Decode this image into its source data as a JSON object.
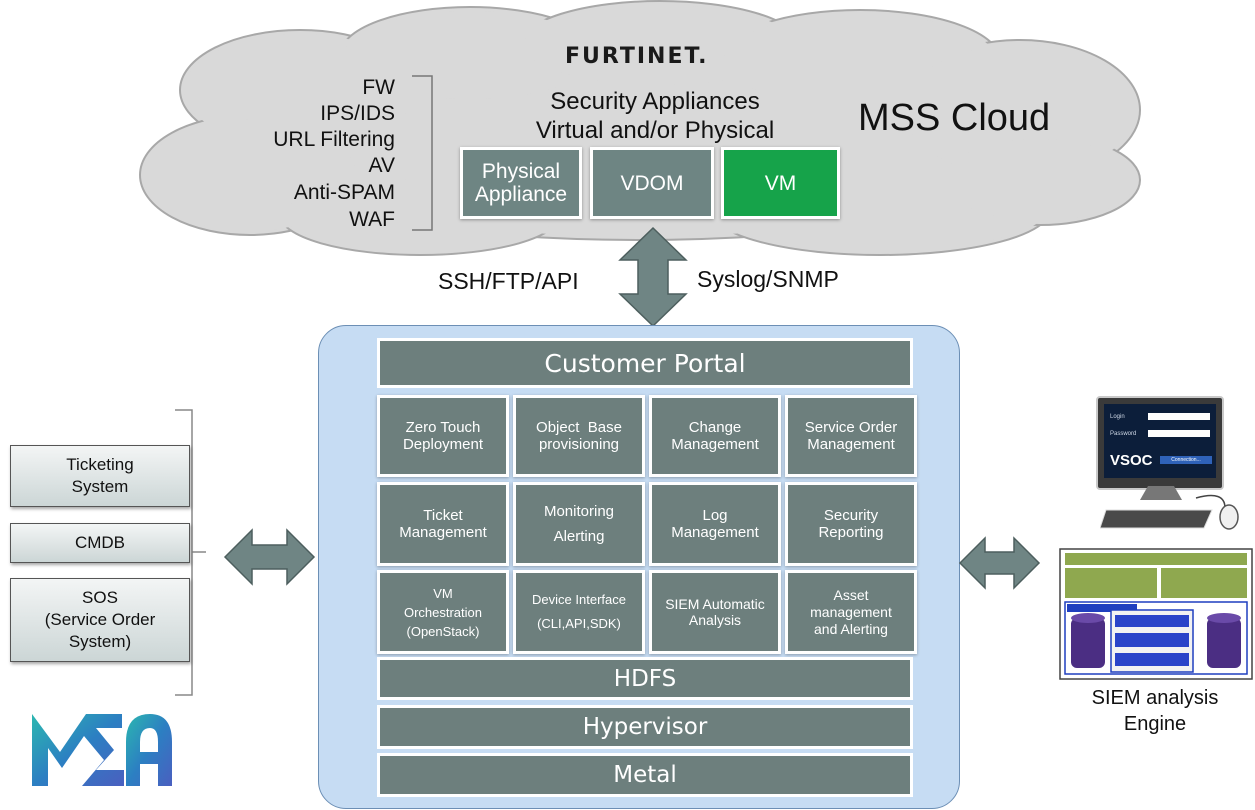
{
  "cloud": {
    "vendor_logo": "FURTINET.",
    "title_line1": "Security Appliances",
    "title_line2": "Virtual and/or Physical",
    "name": "MSS Cloud",
    "features": [
      "FW",
      "IPS/IDS",
      "URL Filtering",
      "AV",
      "Anti-SPAM",
      "WAF"
    ],
    "appliances": {
      "physical_line1": "Physical",
      "physical_line2": "Appliance",
      "vdom": "VDOM",
      "vm": "VM"
    }
  },
  "protocols": {
    "left": "SSH/FTP/API",
    "right": "Syslog/SNMP"
  },
  "platform": {
    "portal": "Customer Portal",
    "tiles": [
      {
        "l1": "Zero Touch",
        "l2": "Deployment"
      },
      {
        "l1": "Object  Base",
        "l2": "provisioning"
      },
      {
        "l1": "Change",
        "l2": "Management"
      },
      {
        "l1": "Service Order",
        "l2": "Management"
      },
      {
        "l1": "Ticket",
        "l2": "Management"
      },
      {
        "l1": "Monitoring",
        "l2": "Alerting"
      },
      {
        "l1": "Log",
        "l2": "Management"
      },
      {
        "l1": "Security",
        "l2": "Reporting"
      },
      {
        "l1": "VM",
        "l2": "Orchestration",
        "l3": "(OpenStack)"
      },
      {
        "l1": "Device Interface",
        "l2": "(CLI,API,SDK)"
      },
      {
        "l1": "SIEM Automatic",
        "l2": "Analysis"
      },
      {
        "l1": "Asset",
        "l2": "management",
        "l3": "and Alerting"
      }
    ],
    "hdfs": "HDFS",
    "hypervisor": "Hypervisor",
    "metal": "Metal"
  },
  "systems": {
    "ticketing_l1": "Ticketing",
    "ticketing_l2": "System",
    "cmdb": "CMDB",
    "sos_l1": "SOS",
    "sos_l2": "(Service Order",
    "sos_l3": "System)"
  },
  "msa_logo_text": "MSA",
  "vsoc": {
    "label": "VSOC",
    "login": "Login",
    "password": "Password",
    "connect": "Connection..."
  },
  "siem": {
    "label_line1": "SIEM analysis",
    "label_line2": "Engine"
  },
  "colors": {
    "tile": "#6d7f7d",
    "appliance": "#6e8583",
    "vm_green": "#16a34a",
    "platform_bg": "#c6dcf3",
    "cloud": "#d9d9d9"
  }
}
